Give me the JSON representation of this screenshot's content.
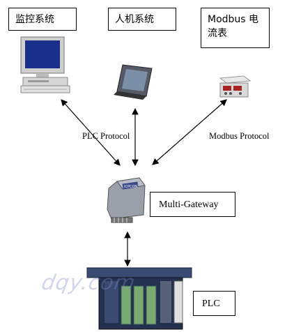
{
  "nodes": {
    "monitoring": {
      "label": "监控系统"
    },
    "hmi": {
      "label": "人机系统"
    },
    "modbus_meter": {
      "label": "Modbus 电流表"
    },
    "gateway": {
      "label": "Multi-Gateway",
      "device_brand": "ICPCON"
    },
    "plc": {
      "label": "PLC"
    }
  },
  "edges": {
    "plc_protocol": "PLC Protocol",
    "modbus_protocol": "Modbus Protocol"
  },
  "watermark": "dqy.com",
  "colors": {
    "monitor_screen": "#1a2f8a",
    "gateway_body": "#9a9faa",
    "plc_body": "#24304f",
    "plc_module": "#79aa6f"
  }
}
